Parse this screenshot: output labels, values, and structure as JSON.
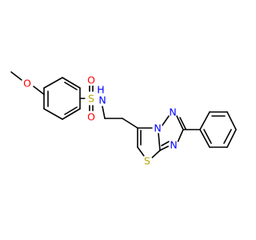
{
  "colors": {
    "bond": "#000000",
    "oxygen": "#ff0000",
    "nitrogen": "#0000ff",
    "sulfur": "#b8a200",
    "background": "#ffffff"
  },
  "atoms": {
    "o_methoxy": "O",
    "s_sulfonyl": "S",
    "o_sulfonyl_top": "O",
    "o_sulfonyl_bottom": "O",
    "nh": "N",
    "h_of_nh": "H",
    "n_bridge": "N",
    "n_triazole_top": "N",
    "n_triazole_bottom": "N",
    "s_thiazole": "S"
  }
}
